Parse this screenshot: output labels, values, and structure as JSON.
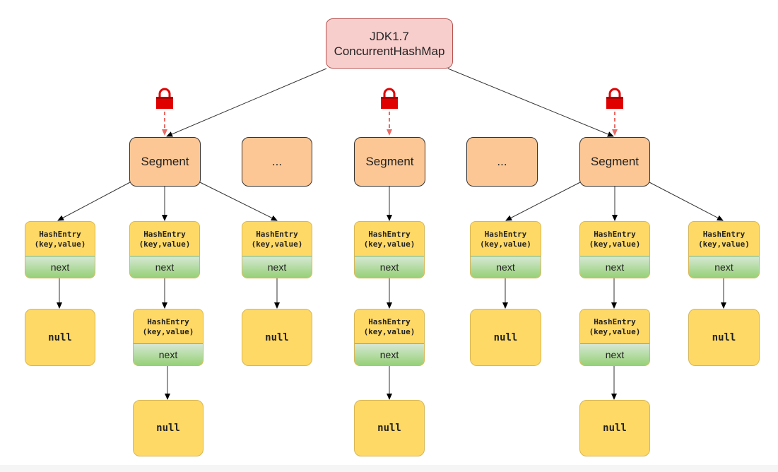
{
  "root": {
    "line1": "JDK1.7",
    "line2": "ConcurrentHashMap"
  },
  "segment_label": "Segment",
  "ellipsis_label": "...",
  "entry": {
    "title": "HashEntry",
    "fields": "(key,value)",
    "next": "next"
  },
  "null_label": "null",
  "colors": {
    "root_fill": "#f8cecc",
    "segment_fill": "#fcc795",
    "entry_fill": "#ffd966",
    "next_fill": "#97d077",
    "lock": "#e00000",
    "lock_arrow": "#ea6b66"
  },
  "icons": {
    "lock": "lock-icon"
  }
}
